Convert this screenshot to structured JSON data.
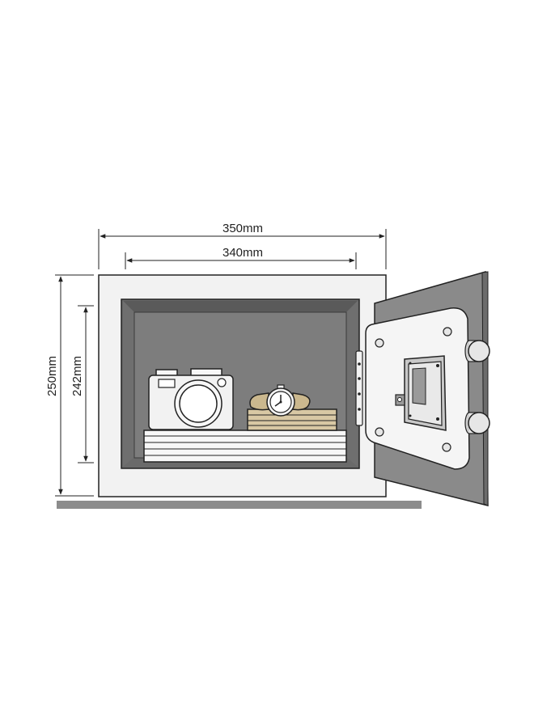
{
  "dimensions": {
    "outer_width": "350mm",
    "inner_width": "340mm",
    "outer_height": "250mm",
    "inner_height": "242mm"
  },
  "colors": {
    "background": "#ffffff",
    "outline": "#222222",
    "body": "#f2f2f2",
    "interior": "#7d7d7d",
    "interior_dark": "#5f5f5f",
    "door_panel": "#8a8a8a",
    "door_plate": "#f5f5f5",
    "base": "#8c8c8c",
    "wood": "#d8c8a4",
    "watch_strap": "#cbb88e",
    "knob": "#e6e6e6"
  },
  "items": [
    "camera-icon",
    "watch-icon",
    "wooden-box-icon",
    "paper-stack-icon",
    "safe-door",
    "keypad-lock-icon",
    "hinge-icon",
    "door-knob-icon"
  ]
}
